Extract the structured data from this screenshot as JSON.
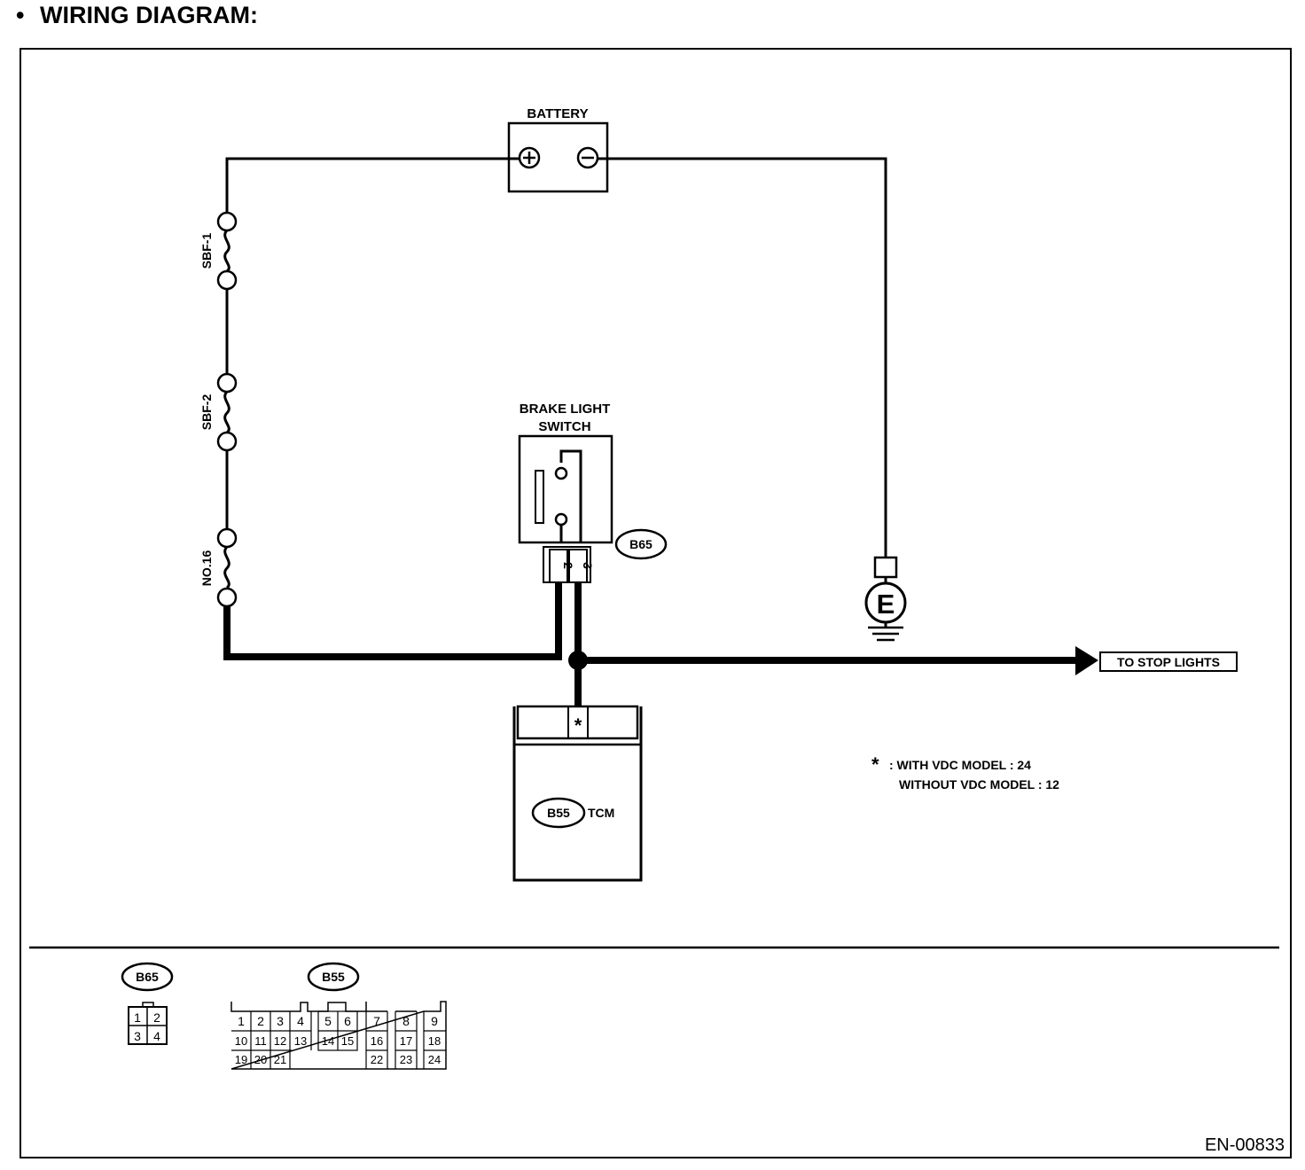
{
  "heading": "WIRING DIAGRAM:",
  "bullet": "•",
  "battery": {
    "label": "BATTERY",
    "positive_symbol": "⊕",
    "negative_symbol": "⊖"
  },
  "fuses": [
    {
      "label": "SBF-1"
    },
    {
      "label": "SBF-2"
    },
    {
      "label": "NO.16"
    }
  ],
  "brake_light_switch": {
    "label_line1": "BRAKE LIGHT",
    "label_line2": "SWITCH",
    "connector": "B65",
    "pins": [
      "2",
      "3"
    ]
  },
  "ground": {
    "symbol": "E"
  },
  "output": {
    "label": "TO STOP LIGHTS"
  },
  "tcm": {
    "connector": "B55",
    "label": "TCM",
    "pin_mark": "*"
  },
  "note": {
    "star": "*",
    "line1": ": WITH VDC MODEL : 24",
    "line2": "WITHOUT VDC MODEL : 12"
  },
  "connector_views": {
    "b65": {
      "label": "B65",
      "pins": [
        "1",
        "2",
        "3",
        "4"
      ]
    },
    "b55": {
      "label": "B55",
      "rows": [
        [
          "1",
          "2",
          "3",
          "4",
          "5",
          "6",
          "7",
          "8",
          "9"
        ],
        [
          "10",
          "11",
          "12",
          "13",
          "14",
          "15",
          "16",
          "17",
          "18"
        ],
        [
          "19",
          "20",
          "21",
          "22",
          "23",
          "24"
        ]
      ]
    }
  },
  "figure_id": "EN-00833"
}
